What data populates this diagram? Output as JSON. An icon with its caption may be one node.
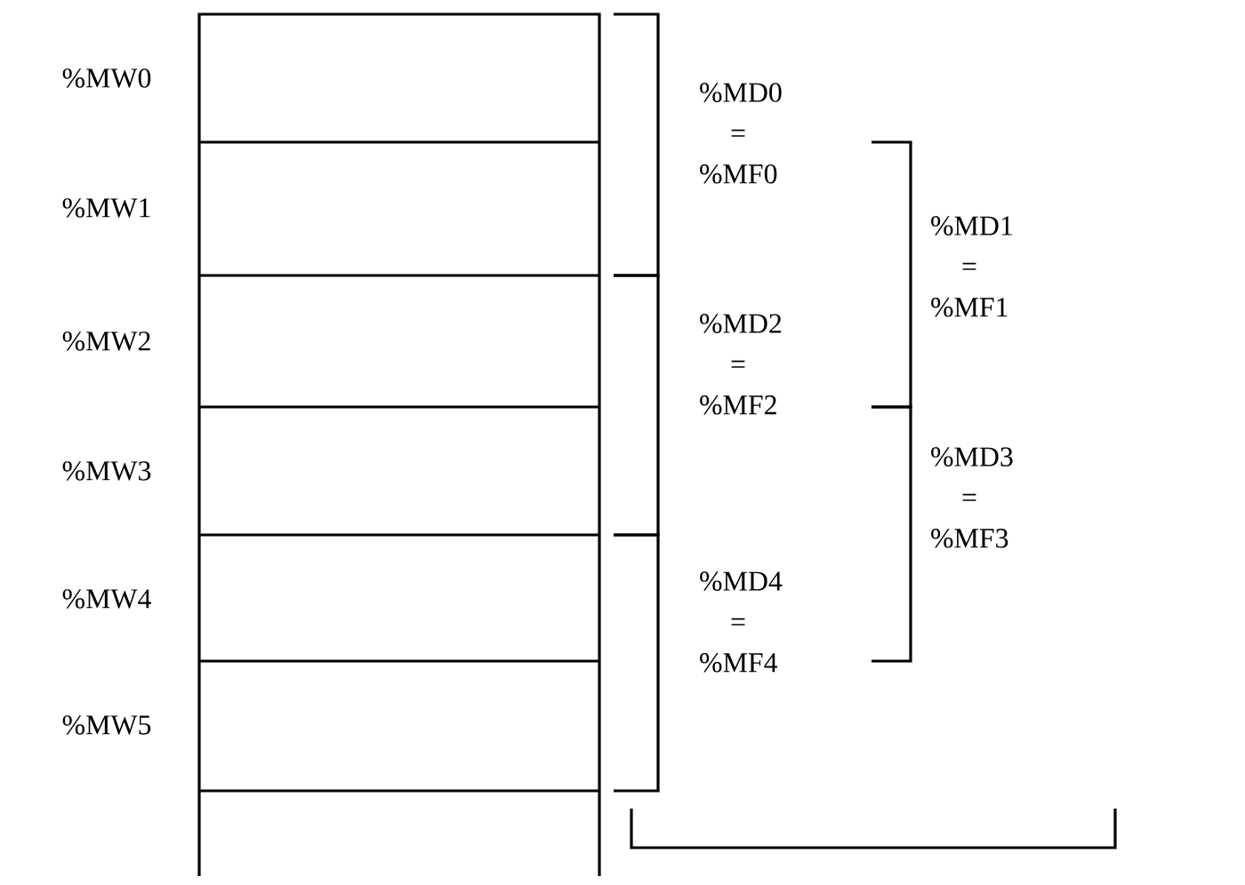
{
  "diagram": {
    "labels": [
      "%MW0",
      "%MD0 = %MF0",
      "%MW1",
      "%MD1 = %MF1",
      "%MW2",
      "%MD2 = %MF2",
      "%MW3",
      "%MD3 = %MF3",
      "%MW4",
      "%MD4 = %MF4",
      "%MW5"
    ]
  }
}
